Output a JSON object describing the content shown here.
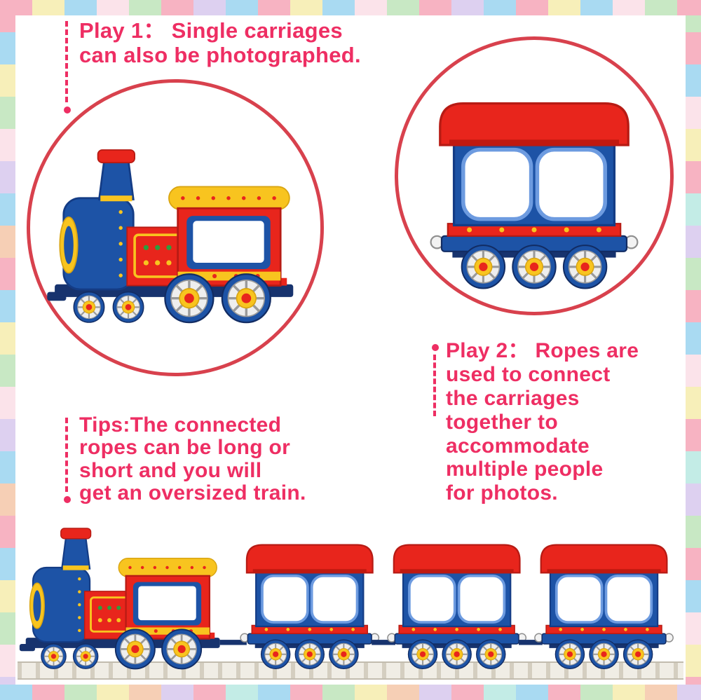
{
  "poster": {
    "sections": {
      "play1": {
        "text": "Play 1：  Single carriages\ncan also be photographed."
      },
      "play2": {
        "text": "Play 2：  Ropes are\nused to connect\nthe carriages\ntogether to\naccommodate\nmultiple people\nfor photos."
      },
      "tips": {
        "text": "Tips:The connected\nropes can be long or\nshort and you will\nget an oversized train."
      }
    },
    "colors": {
      "caption_pink": "#ee2e63",
      "circle_outline_red": "#d8414d",
      "train_red": "#e8251c",
      "train_blue": "#1d53a6",
      "train_yellow": "#f8c41f",
      "train_dark_navy": "#17336e",
      "border_pastels": [
        "#f7b3c2",
        "#a9daf2",
        "#f7efb9",
        "#c8e8c4",
        "#ddd0f0",
        "#f6cfb5",
        "#c3ece6",
        "#fbe3ea"
      ]
    }
  }
}
